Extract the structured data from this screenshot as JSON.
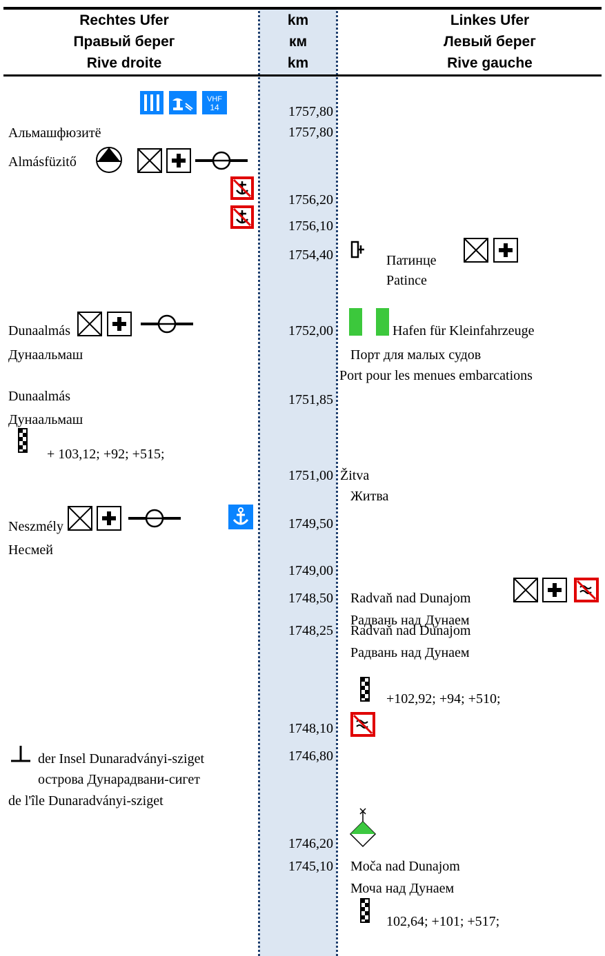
{
  "header": {
    "right_bank": [
      "Rechtes Ufer",
      "Правый берег",
      "Rive droite"
    ],
    "km": [
      "km",
      "км",
      "km"
    ],
    "left_bank": [
      "Linkes Ufer",
      "Левый берег",
      "Rive gauche"
    ]
  },
  "km_values": [
    "1757,80",
    "1757,80",
    "1756,20",
    "1756,10",
    "1754,40",
    "1752,00",
    "1751,85",
    "1751,00",
    "1749,50",
    "1749,00",
    "1748,50",
    "1748,25",
    "1748,10",
    "1746,80",
    "1746,20",
    "1745,10"
  ],
  "vhf_label": [
    "VHF",
    "14"
  ],
  "right_bank_text": {
    "almasfuzito_ru": "Альмашфюзитё",
    "almasfuzito": "Almásfüzitő",
    "dunaalmas_1": "Dunaalmás",
    "dunaalmas_ru_1": "Дунаальмаш",
    "dunaalmas_2": "Dunaalmás",
    "dunaalmas_ru_2": "Дунаальмаш",
    "gauge_1": "+ 103,12; +92; +515;",
    "neszmely": "Neszmély",
    "neszmely_ru": "Несмей",
    "island_de": "der Insel Dunaradványi-sziget",
    "island_ru": "острова Дунарадвани-сигет",
    "island_fr": "de l'île Dunaradványi-sziget"
  },
  "left_bank_text": {
    "patince_ru": "Патинце",
    "patince": "Patince",
    "harbour_de": "Hafen für Kleinfahrzeuge",
    "harbour_ru": "Порт для малых судов",
    "harbour_fr": "Port pour les menues embarcations",
    "zitva": "Žitva",
    "zitva_ru": "Житва",
    "radvan_1": "Radvaň nad Dunajom",
    "radvan_ru_1": "Радвань над Дунаем",
    "radvan_2": "Radvaň nad Dunajom",
    "radvan_ru_2": "Радвань над Дунаем",
    "gauge_2": "+102,92; +94; +510;",
    "moca": "Moča nad Dunajom",
    "moca_ru": "Моча над Дунаем",
    "gauge_3": "102,64; +101; +517;"
  },
  "colors": {
    "band": "#dce6f2",
    "sign_blue": "#0a84ff",
    "sign_red": "#e00000",
    "harbour_green": "#3cc83c",
    "buoy_green": "#3cc840"
  }
}
